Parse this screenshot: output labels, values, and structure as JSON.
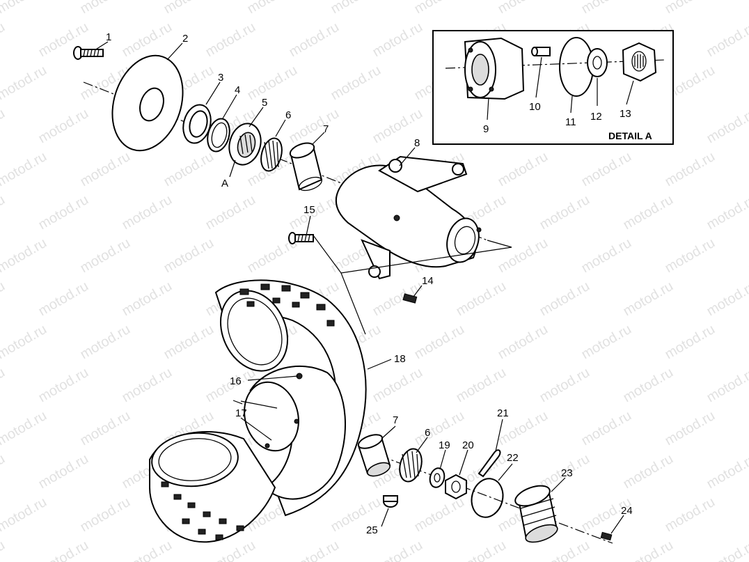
{
  "watermark": "motod.ru",
  "detail_title": "DETAIL A",
  "callouts": {
    "p1": "1",
    "p2": "2",
    "p3": "3",
    "p4": "4",
    "p5": "5",
    "p6": "6",
    "p7": "7",
    "p8": "8",
    "p9": "9",
    "p10": "10",
    "p11": "11",
    "p12": "12",
    "p13": "13",
    "p14": "14",
    "p15": "15",
    "p16": "16",
    "p17": "17",
    "p18": "18",
    "p6b": "6",
    "p7b": "7",
    "p19": "19",
    "p20": "20",
    "p21": "21",
    "p22": "22",
    "p23": "23",
    "p24": "24",
    "p25": "25",
    "pA": "A"
  }
}
